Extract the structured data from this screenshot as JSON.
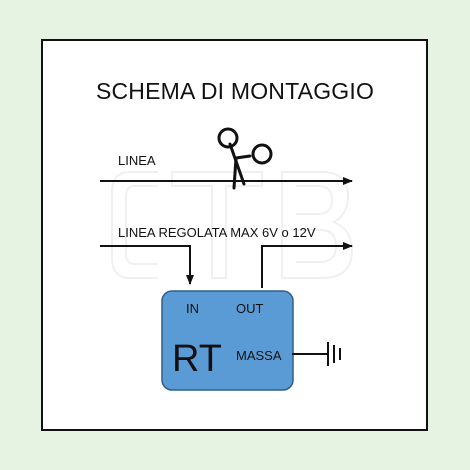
{
  "diagram": {
    "title": "SCHEMA DI MONTAGGIO",
    "line_label": "LINEA",
    "regulated_line_label": "LINEA REGOLATA MAX 6V o 12V",
    "module": {
      "name": "RT",
      "input_label": "IN",
      "output_label": "OUT",
      "ground_label": "MASSA"
    },
    "watermark": "CTB"
  },
  "colors": {
    "background": "#e6f3e3",
    "panel": "#ffffff",
    "module_fill": "#5b9bd5",
    "module_border": "#2e5f8a",
    "line": "#111111"
  }
}
